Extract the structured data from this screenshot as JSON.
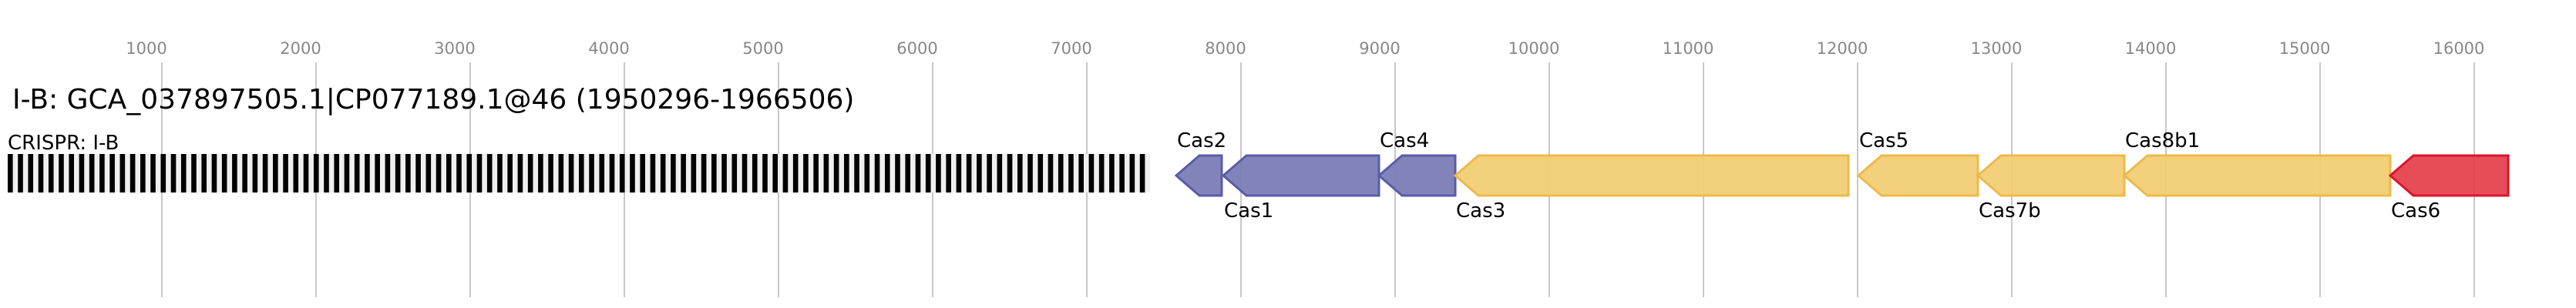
{
  "title": "I-B: GCA_037897505.1|CP077189.1@46 (1950296-1966506)",
  "axis": {
    "ticks": [
      1000,
      2000,
      3000,
      4000,
      5000,
      6000,
      7000,
      8000,
      9000,
      10000,
      11000,
      12000,
      13000,
      14000,
      15000,
      16000
    ],
    "range_bp": [
      0,
      16700
    ]
  },
  "crispr": {
    "label": "CRISPR: I-B",
    "start": 0,
    "end": 7410,
    "repeats": 112
  },
  "colors": {
    "purple_fill": "#7b7db5",
    "purple_stroke": "#5a5ca8",
    "yellow_fill": "#f2cd75",
    "yellow_stroke": "#ecba4a",
    "red_fill": "#e5434f",
    "red_stroke": "#dc1428"
  },
  "genes": [
    {
      "name": "Cas2",
      "start": 7580,
      "end": 7875,
      "strand": "-",
      "color": "purple",
      "label_pos": "above"
    },
    {
      "name": "Cas1",
      "start": 7885,
      "end": 8895,
      "strand": "-",
      "color": "purple",
      "label_pos": "below"
    },
    {
      "name": "Cas4",
      "start": 8895,
      "end": 9390,
      "strand": "-",
      "color": "purple",
      "label_pos": "above"
    },
    {
      "name": "Cas3",
      "start": 9390,
      "end": 11940,
      "strand": "-",
      "color": "yellow",
      "label_pos": "below"
    },
    {
      "name": "Cas5",
      "start": 12005,
      "end": 12780,
      "strand": "-",
      "color": "yellow",
      "label_pos": "above"
    },
    {
      "name": "Cas7b",
      "start": 12780,
      "end": 13730,
      "strand": "-",
      "color": "yellow",
      "label_pos": "below"
    },
    {
      "name": "Cas8b1",
      "start": 13730,
      "end": 15455,
      "strand": "-",
      "color": "yellow",
      "label_pos": "above"
    },
    {
      "name": "Cas6",
      "start": 15455,
      "end": 16220,
      "strand": "-",
      "color": "red",
      "label_pos": "below"
    }
  ]
}
